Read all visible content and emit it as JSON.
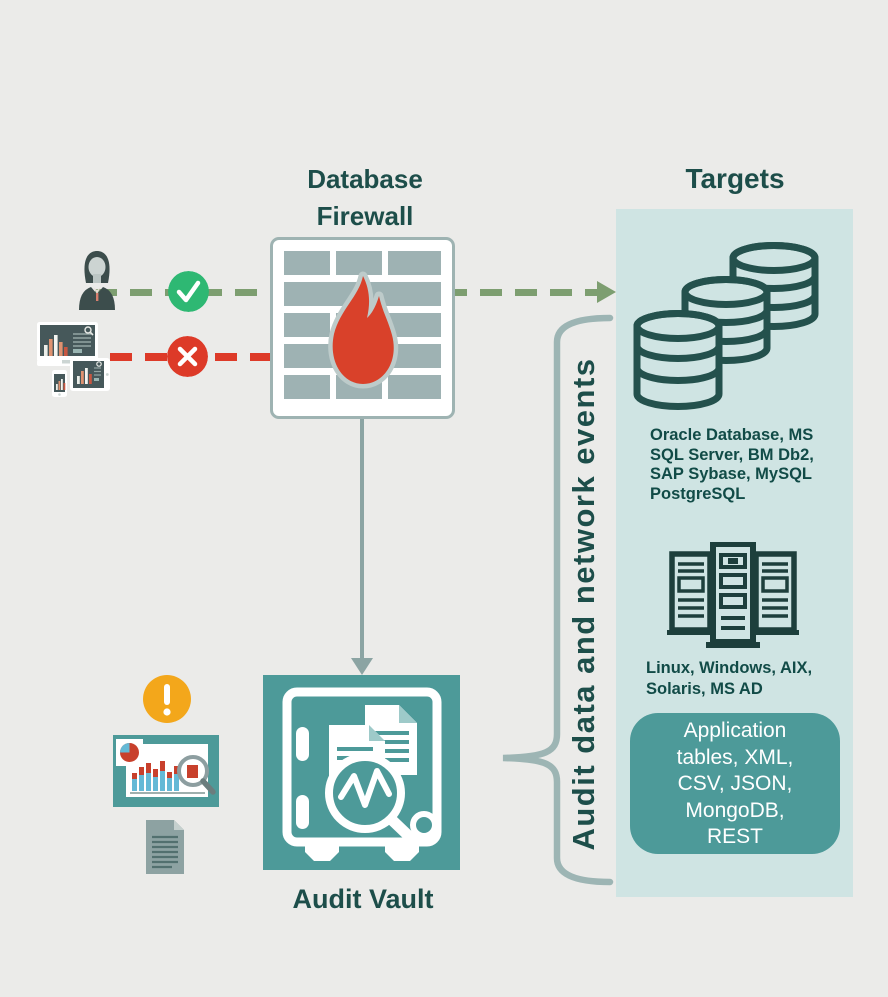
{
  "titles": {
    "database_firewall": "Database\nFirewall",
    "targets": "Targets",
    "audit_vault": "Audit Vault"
  },
  "brace": {
    "label": "Audit data and network events"
  },
  "targets_panel": {
    "databases": "Oracle Database, MS\nSQL Server, BM Db2,\nSAP Sybase, MySQL\nPostgreSQL",
    "platforms": "Linux, Windows, AIX,\nSolaris, MS AD",
    "applications": "Application\ntables, XML,\nCSV, JSON,\nMongoDB,\nREST"
  },
  "icons": {
    "user": "user-icon",
    "devices": "devices-dashboard-icon",
    "allowed": "check-icon",
    "blocked": "cross-icon",
    "firewall": "firewall-flame-icon",
    "vault": "safe-vault-icon",
    "alert": "exclamation-icon",
    "report": "report-chart-icon",
    "document": "document-icon",
    "databases": "database-stack-icon",
    "servers": "server-rack-icon"
  },
  "colors": {
    "background": "#ebebe9",
    "dark_teal_text": "#1d4e4a",
    "teal": "#4d9a99",
    "panel_teal": "#cfe4e3",
    "brick_gray": "#9eb2b3",
    "flame_red": "#d9412a",
    "allow_green": "#2eb873",
    "dash_green": "#7d9e70",
    "block_red": "#dd3a28",
    "warning_orange": "#f3a71b",
    "connector_gray": "#8ba4a3"
  }
}
